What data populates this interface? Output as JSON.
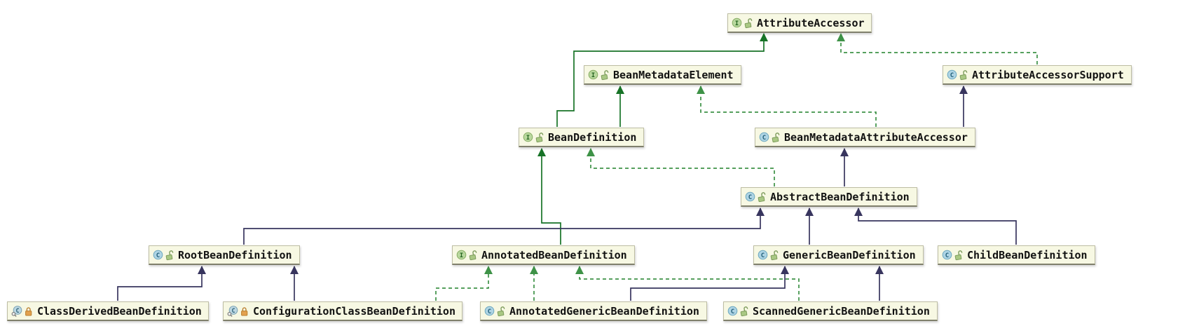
{
  "diagram": {
    "kind": "uml-class-diagram",
    "background_color": "#ffffff",
    "colors": {
      "node_background": "#f7f8e3",
      "node_border": "#bdbda3",
      "class_extends_line": "#38355e",
      "interface_extends_line": "#177327",
      "implements_line": "#3e9247",
      "interface_icon": "#b9d89e",
      "class_icon": "#aed4e4",
      "public_lock_icon": "#a9c883",
      "private_lock_icon": "#e3a14f"
    },
    "nodes": [
      {
        "id": "attributeAccessor",
        "label": "AttributeAccessor",
        "kind": "interface",
        "visibility": "public"
      },
      {
        "id": "beanMetadataElement",
        "label": "BeanMetadataElement",
        "kind": "interface",
        "visibility": "public"
      },
      {
        "id": "attributeAccessorSupport",
        "label": "AttributeAccessorSupport",
        "kind": "class",
        "visibility": "public"
      },
      {
        "id": "beanDefinition",
        "label": "BeanDefinition",
        "kind": "interface",
        "visibility": "public"
      },
      {
        "id": "beanMetadataAttributeAccessor",
        "label": "BeanMetadataAttributeAccessor",
        "kind": "class",
        "visibility": "public"
      },
      {
        "id": "abstractBeanDefinition",
        "label": "AbstractBeanDefinition",
        "kind": "class",
        "visibility": "public"
      },
      {
        "id": "rootBeanDefinition",
        "label": "RootBeanDefinition",
        "kind": "class",
        "visibility": "public"
      },
      {
        "id": "annotatedBeanDefinition",
        "label": "AnnotatedBeanDefinition",
        "kind": "interface",
        "visibility": "public"
      },
      {
        "id": "genericBeanDefinition",
        "label": "GenericBeanDefinition",
        "kind": "class",
        "visibility": "public"
      },
      {
        "id": "childBeanDefinition",
        "label": "ChildBeanDefinition",
        "kind": "class",
        "visibility": "public"
      },
      {
        "id": "classDerivedBeanDefinition",
        "label": "ClassDerivedBeanDefinition",
        "kind": "inner-class",
        "visibility": "private"
      },
      {
        "id": "configurationClassBeanDefinition",
        "label": "ConfigurationClassBeanDefinition",
        "kind": "inner-class",
        "visibility": "private"
      },
      {
        "id": "annotatedGenericBeanDefinition",
        "label": "AnnotatedGenericBeanDefinition",
        "kind": "class",
        "visibility": "public"
      },
      {
        "id": "scannedGenericBeanDefinition",
        "label": "ScannedGenericBeanDefinition",
        "kind": "class",
        "visibility": "public"
      }
    ],
    "edges": [
      {
        "from": "beanDefinition",
        "to": "beanMetadataElement",
        "relation": "extends",
        "line": "solid-green"
      },
      {
        "from": "beanDefinition",
        "to": "attributeAccessor",
        "relation": "extends",
        "line": "solid-green"
      },
      {
        "from": "attributeAccessorSupport",
        "to": "attributeAccessor",
        "relation": "implements",
        "line": "dashed-green"
      },
      {
        "from": "beanMetadataAttributeAccessor",
        "to": "beanMetadataElement",
        "relation": "implements",
        "line": "dashed-green"
      },
      {
        "from": "beanMetadataAttributeAccessor",
        "to": "attributeAccessorSupport",
        "relation": "extends",
        "line": "solid-navy"
      },
      {
        "from": "abstractBeanDefinition",
        "to": "beanMetadataAttributeAccessor",
        "relation": "extends",
        "line": "solid-navy"
      },
      {
        "from": "abstractBeanDefinition",
        "to": "beanDefinition",
        "relation": "implements",
        "line": "dashed-green"
      },
      {
        "from": "annotatedBeanDefinition",
        "to": "beanDefinition",
        "relation": "extends",
        "line": "solid-green"
      },
      {
        "from": "rootBeanDefinition",
        "to": "abstractBeanDefinition",
        "relation": "extends",
        "line": "solid-navy"
      },
      {
        "from": "genericBeanDefinition",
        "to": "abstractBeanDefinition",
        "relation": "extends",
        "line": "solid-navy"
      },
      {
        "from": "childBeanDefinition",
        "to": "abstractBeanDefinition",
        "relation": "extends",
        "line": "solid-navy"
      },
      {
        "from": "classDerivedBeanDefinition",
        "to": "rootBeanDefinition",
        "relation": "extends",
        "line": "solid-navy"
      },
      {
        "from": "configurationClassBeanDefinition",
        "to": "rootBeanDefinition",
        "relation": "extends",
        "line": "solid-navy"
      },
      {
        "from": "configurationClassBeanDefinition",
        "to": "annotatedBeanDefinition",
        "relation": "implements",
        "line": "dashed-green"
      },
      {
        "from": "annotatedGenericBeanDefinition",
        "to": "annotatedBeanDefinition",
        "relation": "implements",
        "line": "dashed-green"
      },
      {
        "from": "scannedGenericBeanDefinition",
        "to": "annotatedBeanDefinition",
        "relation": "implements",
        "line": "dashed-green"
      },
      {
        "from": "annotatedGenericBeanDefinition",
        "to": "genericBeanDefinition",
        "relation": "extends",
        "line": "solid-navy"
      },
      {
        "from": "scannedGenericBeanDefinition",
        "to": "genericBeanDefinition",
        "relation": "extends",
        "line": "solid-navy"
      }
    ]
  }
}
